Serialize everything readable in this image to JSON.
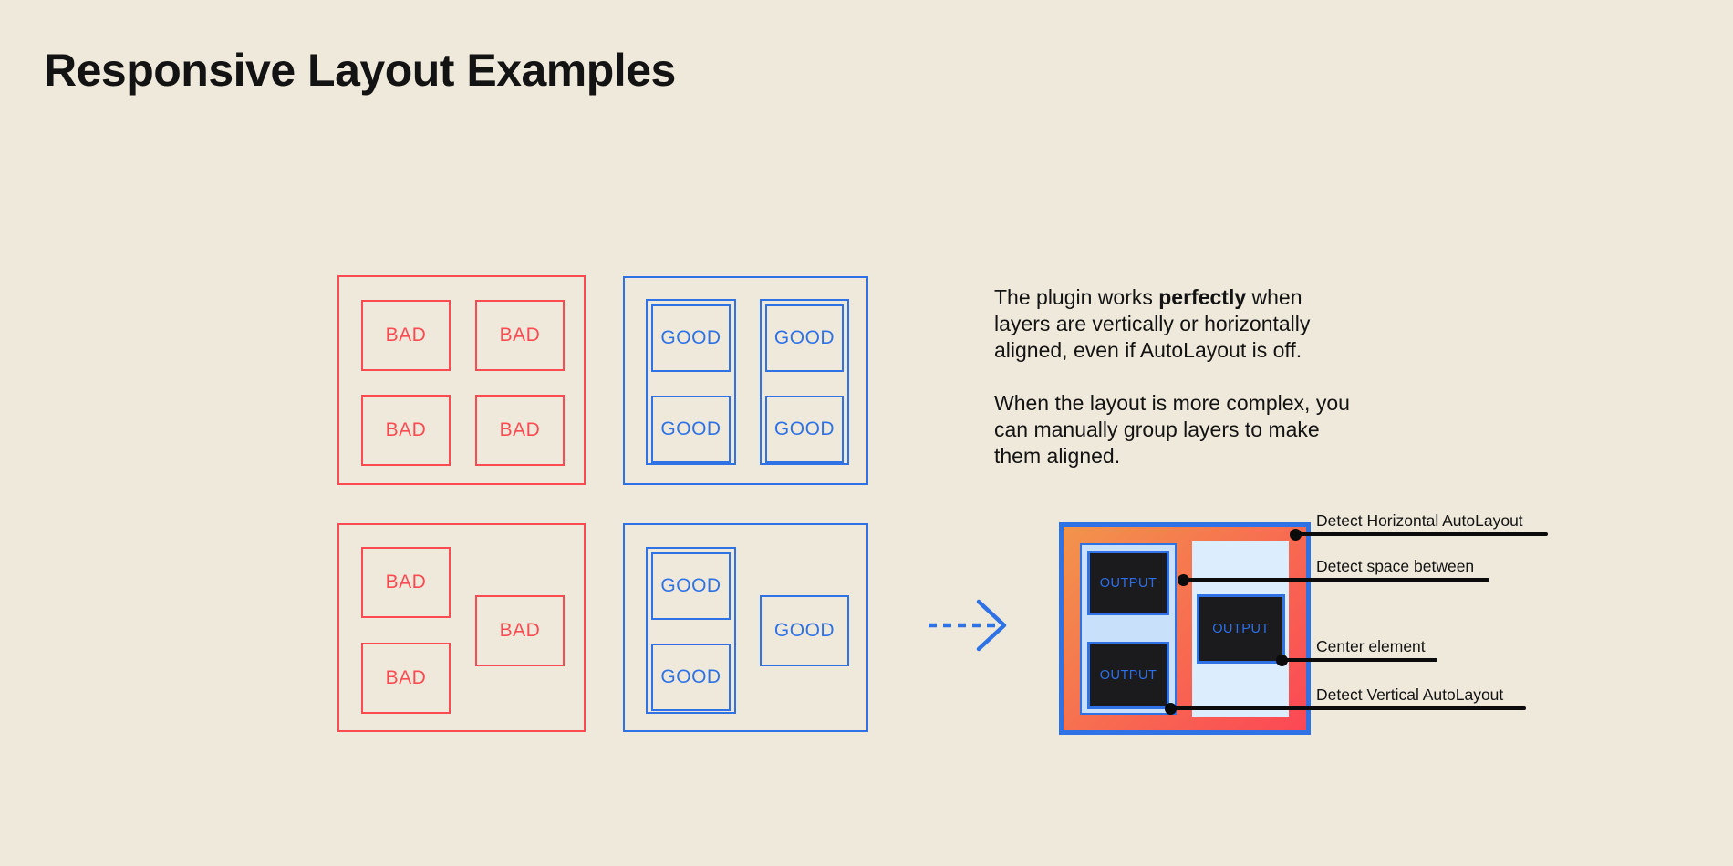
{
  "title": "Responsive Layout Examples",
  "labels": {
    "bad": "BAD",
    "good": "GOOD",
    "output": "OUTPUT"
  },
  "paragraphs": {
    "p1": {
      "l1_pre": "The plugin works ",
      "l1_bold": "perfectly",
      "l1_post": " when",
      "l2": "layers are vertically or horizontally",
      "l3": "aligned, even if AutoLayout is off."
    },
    "p2": {
      "l1": "When the layout is more complex, you",
      "l2": "can manually group layers to make",
      "l3": "them aligned."
    }
  },
  "annotations": [
    {
      "label": "Detect Horizontal AutoLayout"
    },
    {
      "label": "Detect space between"
    },
    {
      "label": "Center element"
    },
    {
      "label": "Detect Vertical AutoLayout"
    }
  ],
  "colors": {
    "background": "#EFE9DB",
    "bad_red": "#FB4B52",
    "good_blue": "#2F72E6",
    "gradient_start": "#F2944B",
    "gradient_end": "#FC4755",
    "panel_light_blue": "#C9E0FA",
    "panel_lighter_blue": "#DCEDFD",
    "output_dark": "#1B1B1D",
    "annotation_black": "#0B0B0B",
    "text": "#131313"
  }
}
